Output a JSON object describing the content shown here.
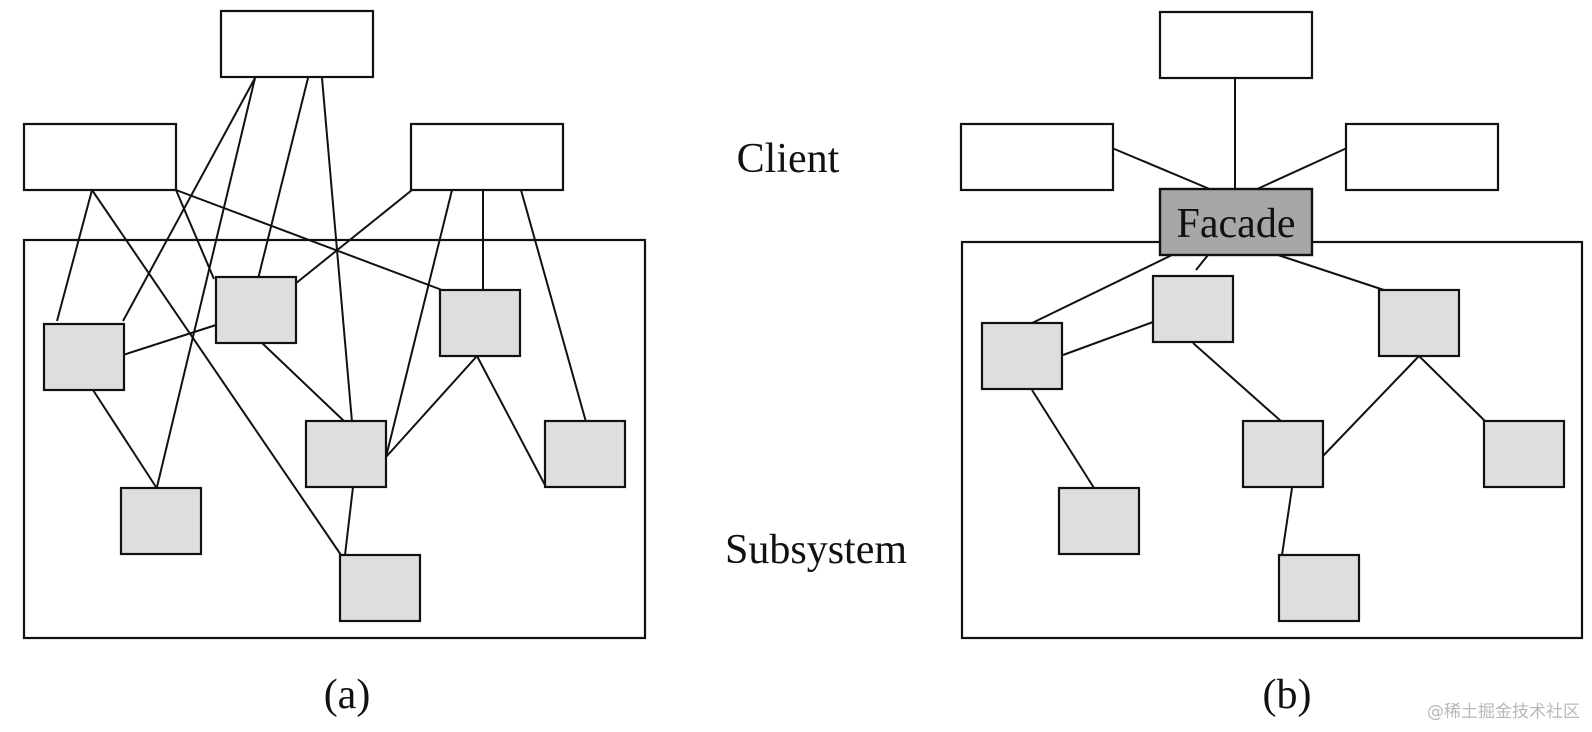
{
  "labels": {
    "client": "Client",
    "subsystem": "Subsystem",
    "facade": "Facade",
    "caption_a": "(a)",
    "caption_b": "(b)"
  },
  "watermark": "@稀土掘金技术社区",
  "colors": {
    "client_box_fill": "#ffffff",
    "subsystem_box_fill": "#dedede",
    "facade_fill": "#a7a7a7",
    "stroke": "#111111"
  }
}
